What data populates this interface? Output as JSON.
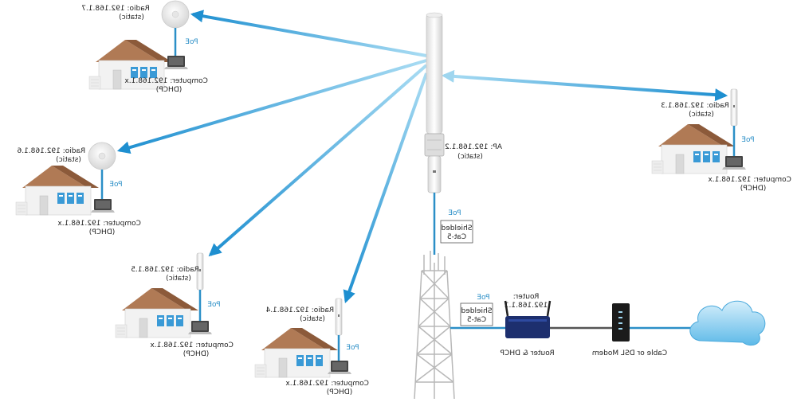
{
  "colors": {
    "link_light": "#a9dcf3",
    "link_dark": "#1e8fd0",
    "poe": "#2b8fc7",
    "cable": "#555555",
    "cloud": "#8fd0f2"
  },
  "ap": {
    "label": "AP: 192.168.1.2",
    "mode": "(static)",
    "poe": "PoE",
    "cable_line1": "Shielded",
    "cable_line2": "Cat-5"
  },
  "clients": [
    {
      "radio": "Radio: 192.168.1.7",
      "mode": "(static)",
      "poe": "PoE",
      "computer": "Computer: 192.168.1.x",
      "dhcp": "(DHCP)"
    },
    {
      "radio": "Radio: 192.168.1.6",
      "mode": "(static)",
      "poe": "PoE",
      "computer": "Computer: 192.168.1.x",
      "dhcp": "(DHCP)"
    },
    {
      "radio": "Radio: 192.168.1.5",
      "mode": "(static)",
      "poe": "PoE",
      "computer": "Computer: 192.168.1.x",
      "dhcp": "(DHCP)"
    },
    {
      "radio": "Radio: 192.168.1.4",
      "mode": "(static)",
      "poe": "PoE",
      "computer": "Computer: 192.168.1.x",
      "dhcp": "(DHCP)"
    },
    {
      "radio": "Radio: 192.168.1.3",
      "mode": "(static)",
      "poe": "PoE",
      "computer": "Computer: 192.168.1.x",
      "dhcp": "(DHCP)"
    }
  ],
  "tower": {
    "poe": "PoE",
    "cable_line1": "Shielded",
    "cable_line2": "Cat-5"
  },
  "router": {
    "title": "Router:",
    "ip": "192.168.1.1",
    "caption": "Router & DHCP"
  },
  "modem": {
    "caption": "Cable or DSL Modem"
  }
}
